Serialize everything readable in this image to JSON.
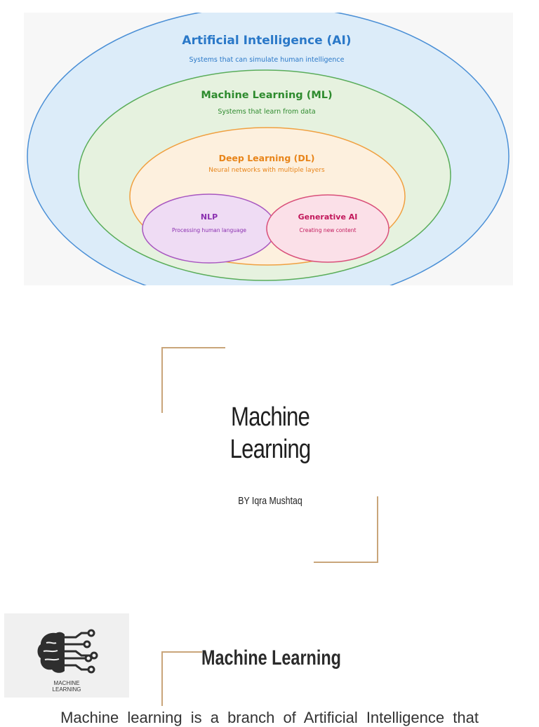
{
  "diagram": {
    "ai": {
      "title": "Artificial Intelligence (AI)",
      "subtitle": "Systems that can simulate human intelligence",
      "fill": "#dcecf9",
      "stroke": "#4a8fd6",
      "text": "#2a78c8"
    },
    "ml": {
      "title": "Machine Learning (ML)",
      "subtitle": "Systems that learn from data",
      "fill": "#e6f2df",
      "stroke": "#5aad5a",
      "text": "#2e8b2e"
    },
    "dl": {
      "title": "Deep Learning (DL)",
      "subtitle": "Neural networks with multiple layers",
      "fill": "#fdf0de",
      "stroke": "#f0a040",
      "text": "#e8851a"
    },
    "nlp": {
      "title": "NLP",
      "subtitle": "Processing human language",
      "fill": "#efdcf4",
      "stroke": "#a857c0",
      "text": "#8a2fb0"
    },
    "genai": {
      "title": "Generative AI",
      "subtitle": "Creating new content",
      "fill": "#fbe0e8",
      "stroke": "#d9507a",
      "text": "#c2185b"
    }
  },
  "title_slide": {
    "title_line1": "Machine",
    "title_line2": "Learning",
    "byline": "BY Iqra Mushtaq",
    "accent": "#c9a57a"
  },
  "section_slide": {
    "logo_caption_line1": "MACHINE",
    "logo_caption_line2": "LEARNING",
    "heading": "Machine Learning",
    "body_partial": "Machine learning is a branch of Artificial Intelligence that"
  }
}
